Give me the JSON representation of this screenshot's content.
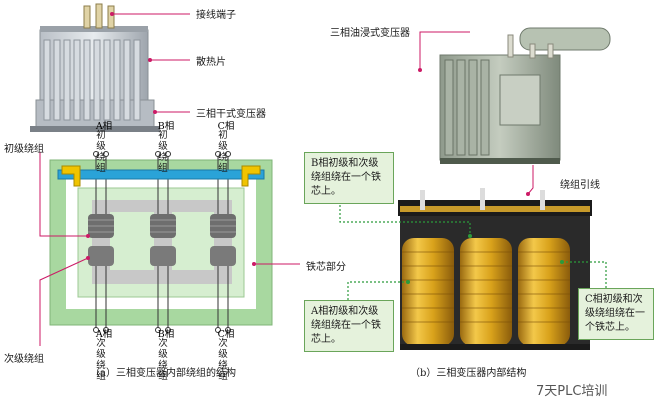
{
  "labels": {
    "terminal": "接线端子",
    "radiator": "散热片",
    "dry_type": "三相干式变压器",
    "oil_immersed": "三相油浸式变压器",
    "primary": "初级绕组",
    "secondary": "次级绕组",
    "core": "铁芯部分",
    "winding_lead": "绕组引线"
  },
  "phases_top": [
    {
      "letter": "A相",
      "text": "初级绕组"
    },
    {
      "letter": "B相",
      "text": "初级绕组"
    },
    {
      "letter": "C相",
      "text": "初级绕组"
    }
  ],
  "phases_bottom": [
    {
      "letter": "A相",
      "text": "次级绕组"
    },
    {
      "letter": "B相",
      "text": "次级绕组"
    },
    {
      "letter": "C相",
      "text": "次级绕组"
    }
  ],
  "callouts": {
    "b": "B相初级和次级绕组绕在一个铁芯上。",
    "a": "A相初级和次级绕组绕在一个铁芯上。",
    "c": "C相初级和次级绕组绕在一个铁芯上。"
  },
  "captions": {
    "a": "（a）三相变压器内部绕组的结构",
    "b": "（b）三相变压器内部结构"
  },
  "watermark": "7天PLC培训",
  "colors": {
    "pointer": "#cc1a66",
    "core_outer": "#a8d8a0",
    "core_inner": "#c8c8c8",
    "coil": "#707070",
    "clamp_bar": "#2aa3d8",
    "clamp_yellow": "#f0c400",
    "callout_bg": "#e5f2dc",
    "copper": "#d9a21b"
  }
}
